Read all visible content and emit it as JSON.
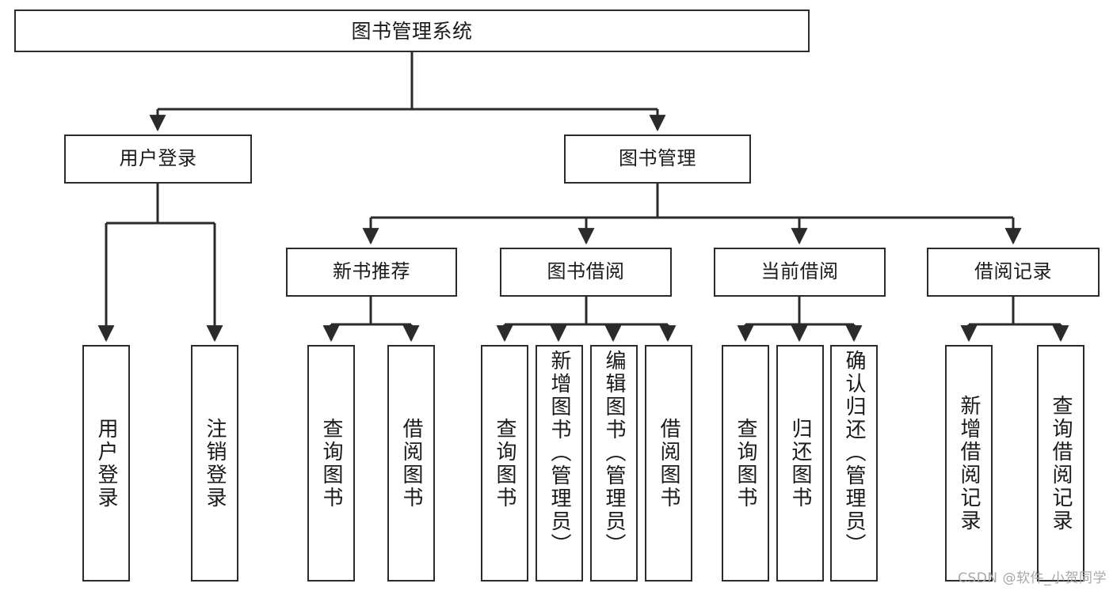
{
  "diagram": {
    "title": "图书管理系统",
    "type": "functional-structure-tree",
    "watermark": "CSDN @软件_小贺同学",
    "colors": {
      "stroke": "#2b2b2b",
      "fill": "#ffffff",
      "text": "#1a1a1a",
      "watermark": "#a8a8a8"
    },
    "root": {
      "label": "图书管理系统"
    },
    "level2": [
      {
        "label": "用户登录"
      },
      {
        "label": "图书管理"
      }
    ],
    "level3": [
      {
        "label": "新书推荐"
      },
      {
        "label": "图书借阅"
      },
      {
        "label": "当前借阅"
      },
      {
        "label": "借阅记录"
      }
    ],
    "leaves": {
      "user_login": [
        {
          "label": "用户登录"
        },
        {
          "label": "注销登录"
        }
      ],
      "new_book": [
        {
          "label": "查询图书"
        },
        {
          "label": "借阅图书"
        }
      ],
      "book_borrow": [
        {
          "label": "查询图书"
        },
        {
          "label": "新增图书（管理员）"
        },
        {
          "label": "编辑图书（管理员）"
        },
        {
          "label": "借阅图书"
        }
      ],
      "current_borrow": [
        {
          "label": "查询图书"
        },
        {
          "label": "归还图书"
        },
        {
          "label": "确认归还（管理员）"
        }
      ],
      "borrow_record": [
        {
          "label": "新增借阅记录"
        },
        {
          "label": "查询借阅记录"
        }
      ]
    }
  }
}
